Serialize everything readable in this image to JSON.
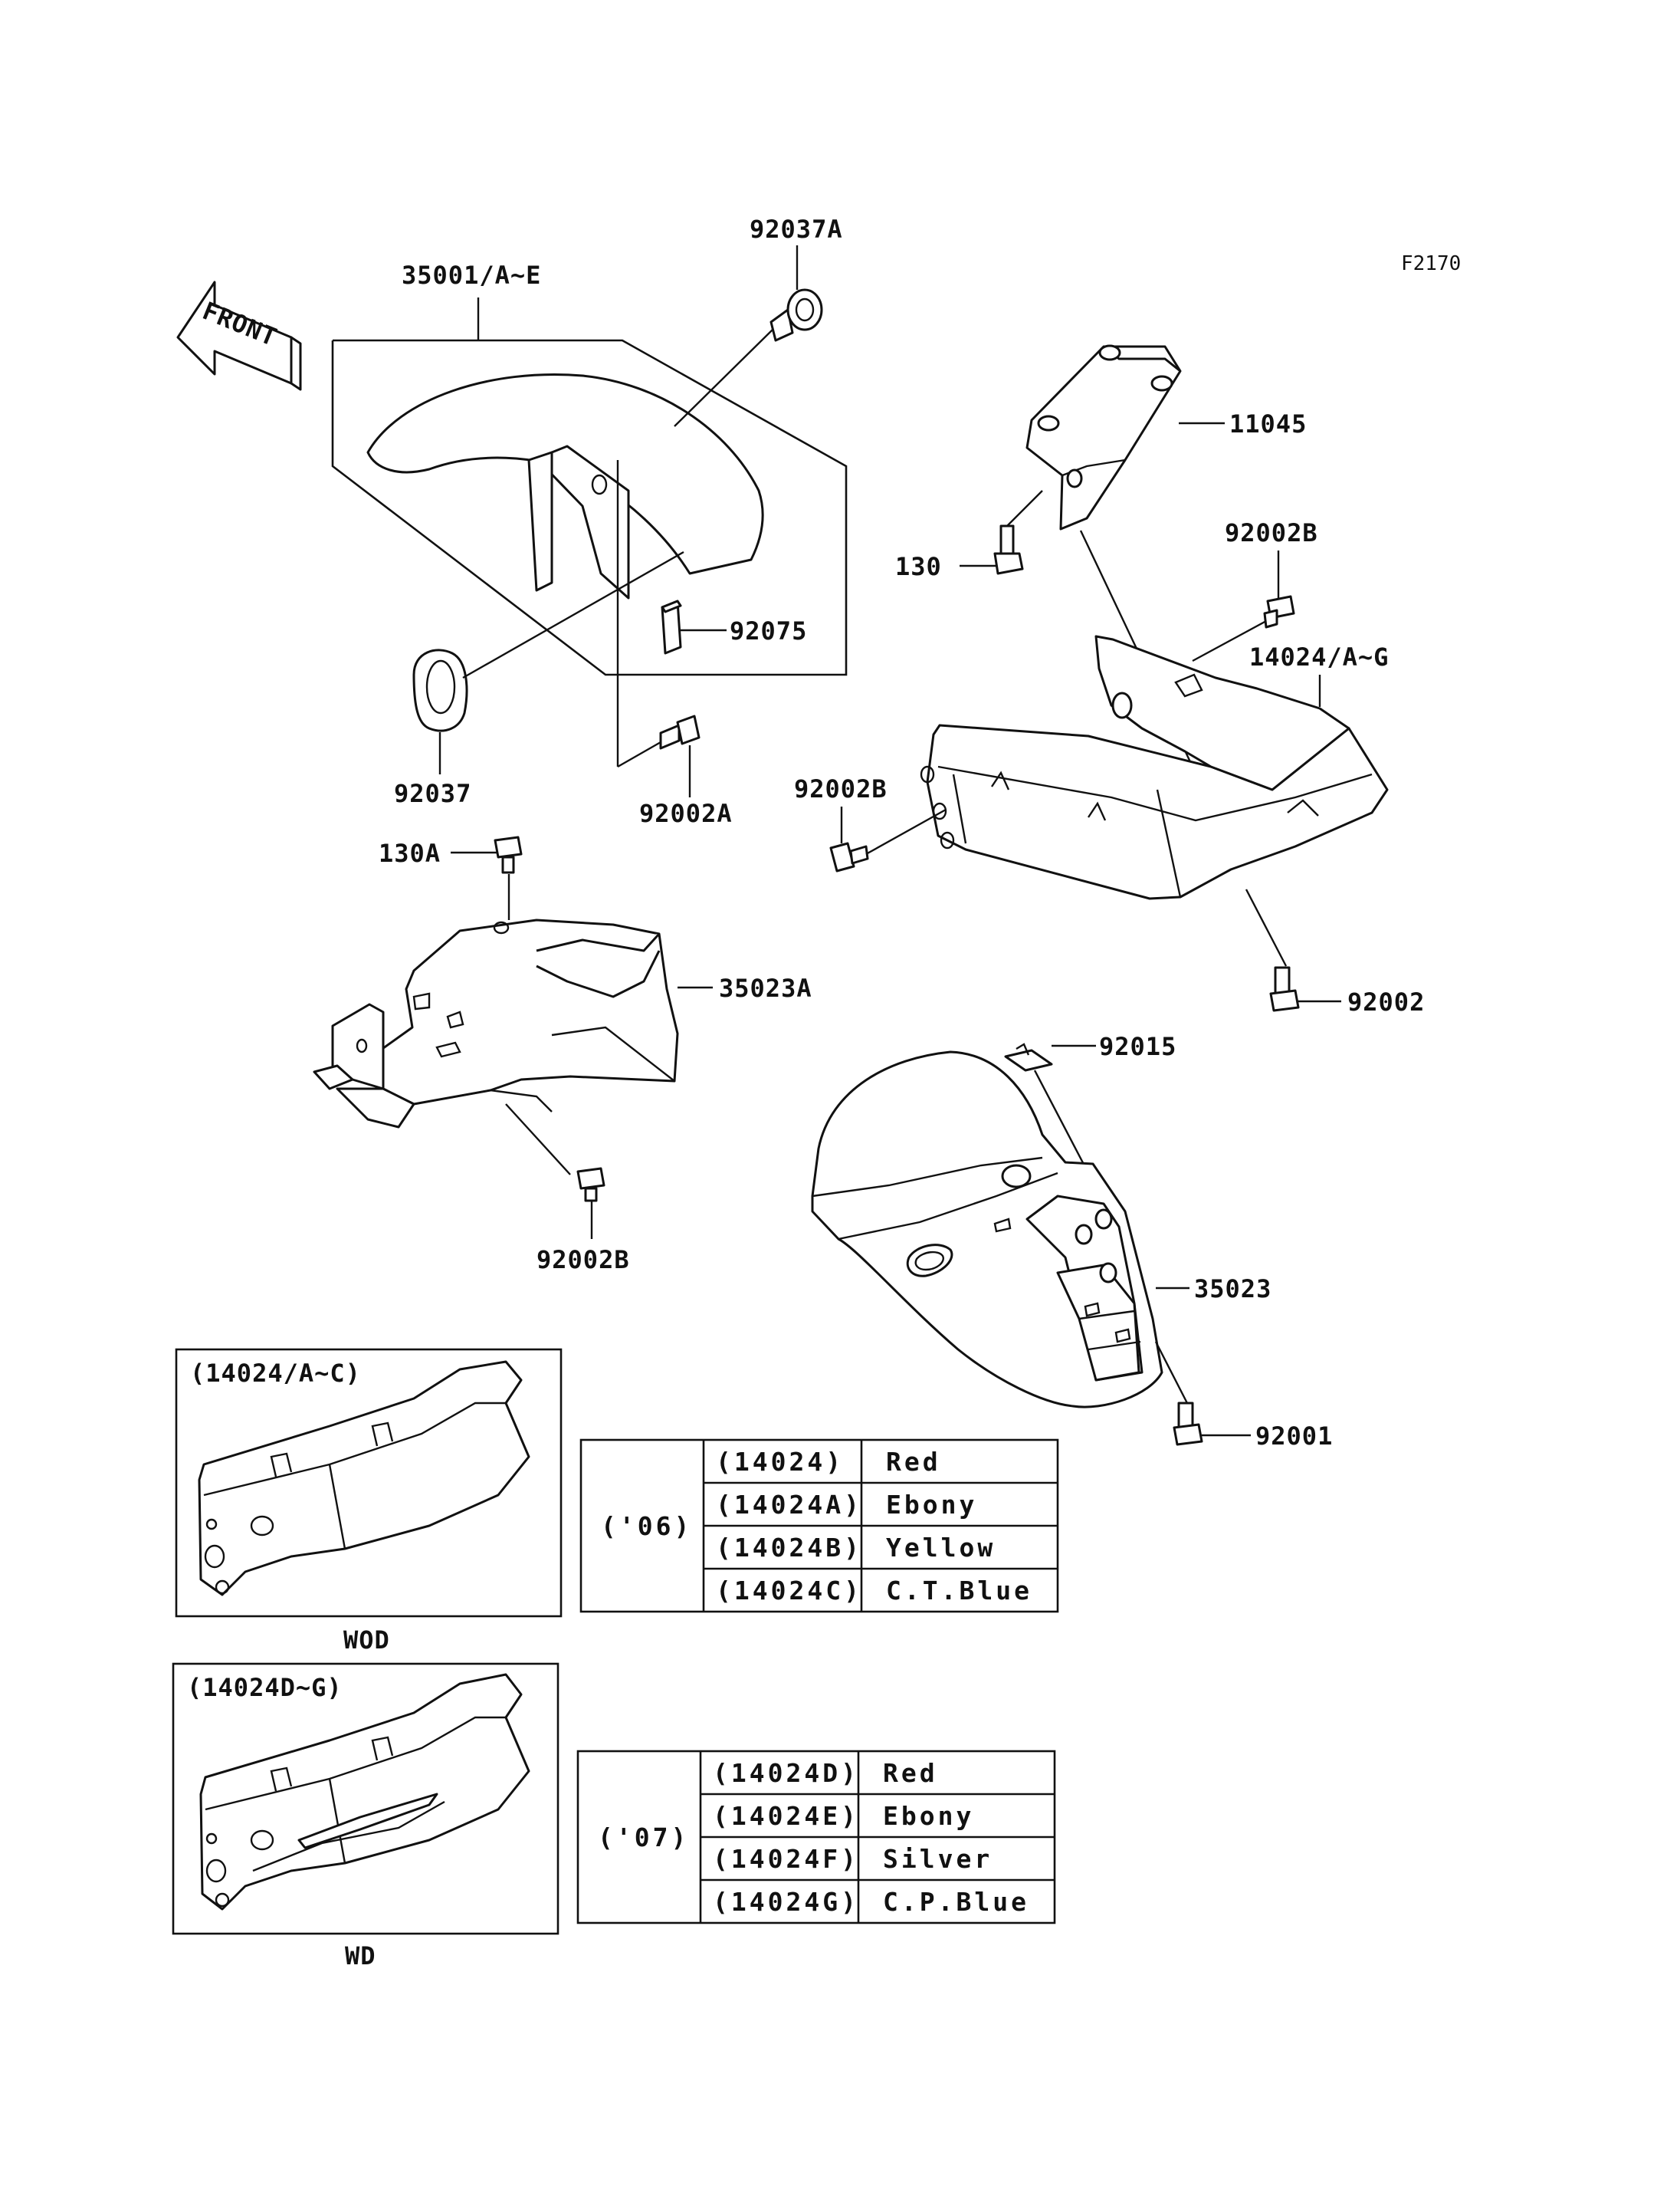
{
  "diagram": {
    "code": "F2170",
    "front_label": "FRONT",
    "parts": {
      "front_fender": "35001/A~E",
      "clamp_a": "92037A",
      "bracket": "11045",
      "grommet": "92037",
      "cushion": "92075",
      "bolt_a": "92002A",
      "bolt_130": "130",
      "bolt_b_top": "92002B",
      "tail_cover": "14024/A~G",
      "bolt_b_left": "92002B",
      "bolt_130a": "130A",
      "inner_fender": "35023A",
      "bolt_92002": "92002",
      "nut_92015": "92015",
      "bolt_b_bottom": "92002B",
      "rear_fender": "35023",
      "bolt_92001": "92001"
    },
    "insets": [
      {
        "title": "(14024/A~C)",
        "caption": "WOD"
      },
      {
        "title": "(14024D~G)",
        "caption": "WD"
      }
    ],
    "tables": [
      {
        "year": "('06)",
        "rows": [
          {
            "part": "(14024)",
            "color": "Red"
          },
          {
            "part": "(14024A)",
            "color": "Ebony"
          },
          {
            "part": "(14024B)",
            "color": "Yellow"
          },
          {
            "part": "(14024C)",
            "color": "C.T.Blue"
          }
        ]
      },
      {
        "year": "('07)",
        "rows": [
          {
            "part": "(14024D)",
            "color": "Red"
          },
          {
            "part": "(14024E)",
            "color": "Ebony"
          },
          {
            "part": "(14024F)",
            "color": "Silver"
          },
          {
            "part": "(14024G)",
            "color": "C.P.Blue"
          }
        ]
      }
    ]
  }
}
